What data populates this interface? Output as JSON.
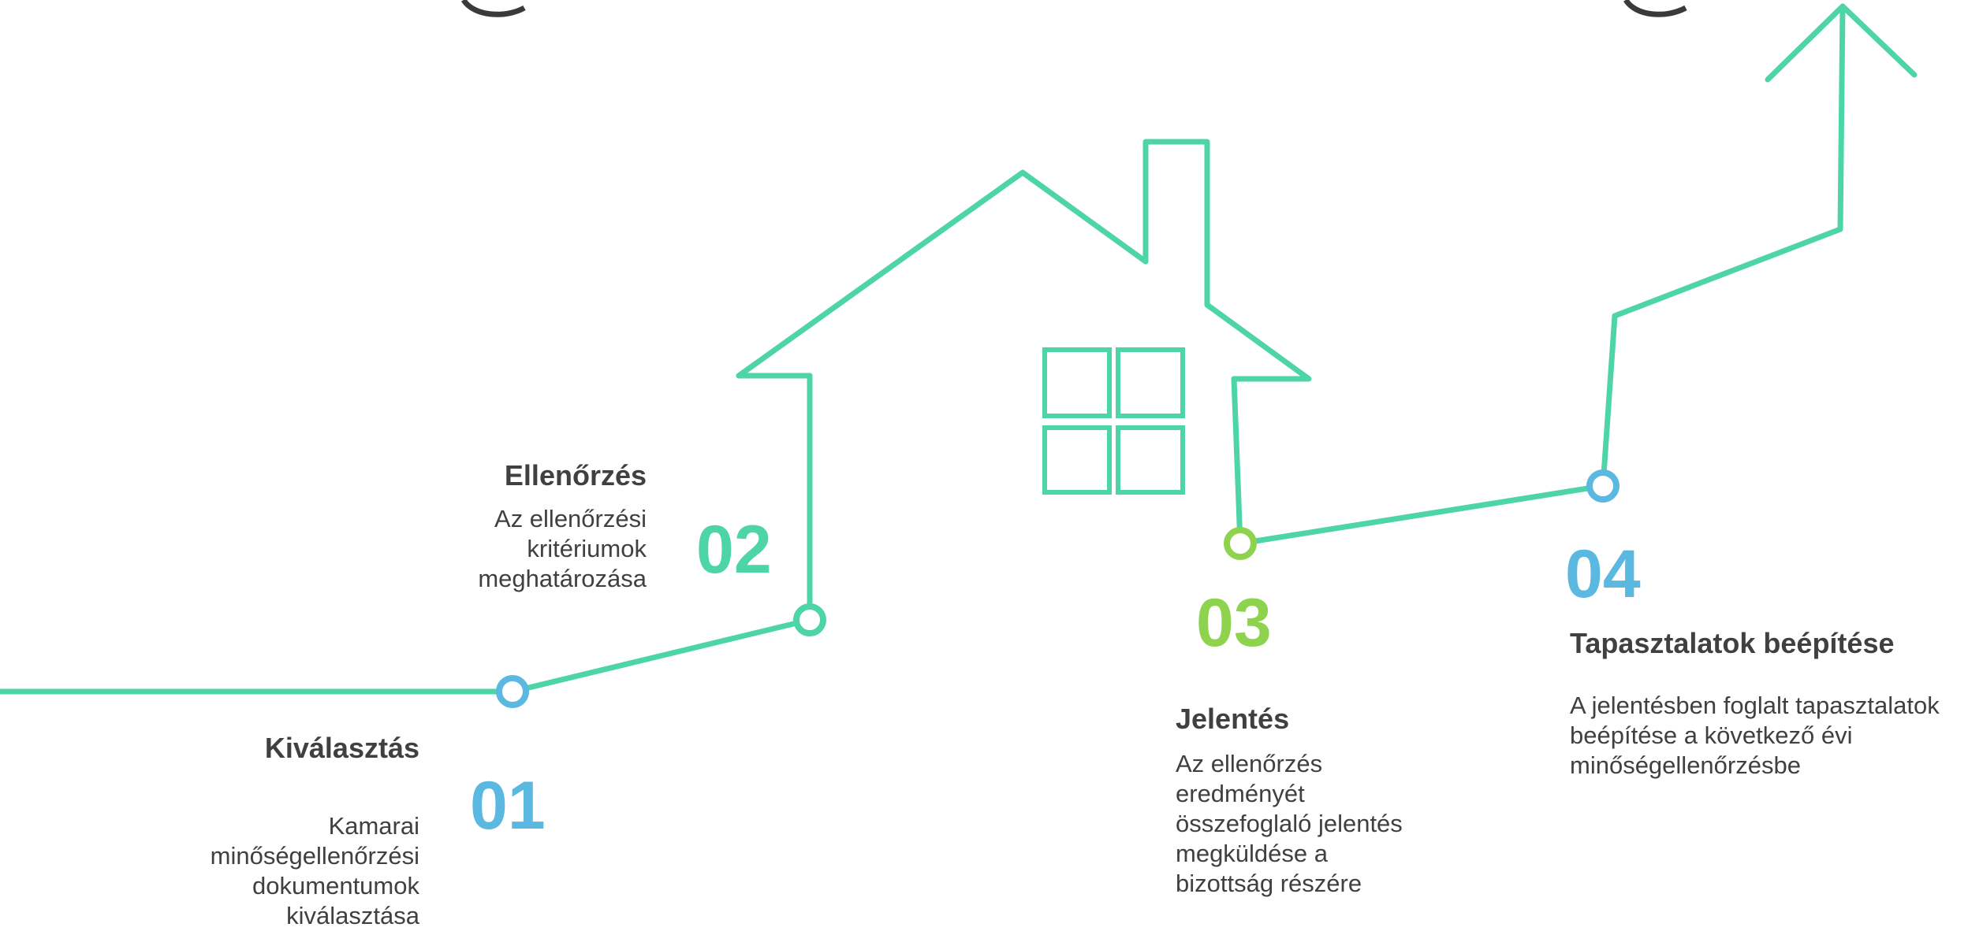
{
  "colors": {
    "line": "#4dd4a8",
    "marker_blue": "#5bb8e0",
    "marker_lime": "#8dd34e",
    "text_dark": "#404040"
  },
  "steps": [
    {
      "number": "01",
      "title": "Kiválasztás",
      "desc_lines": [
        "Kamarai",
        "minőségellenőrzési",
        "dokumentumok",
        "kiválasztása"
      ],
      "color": "#5bb8e0"
    },
    {
      "number": "02",
      "title": "Ellenőrzés",
      "desc_lines": [
        "Az ellenőrzési",
        "kritériumok",
        "meghatározása"
      ],
      "color": "#4dd4a8"
    },
    {
      "number": "03",
      "title": "Jelentés",
      "desc_lines": [
        "Az ellenőrzés",
        "eredményét",
        "összefoglaló jelentés",
        "megküldése a",
        "bizottság részére"
      ],
      "color": "#8dd34e"
    },
    {
      "number": "04",
      "title": "Tapasztalatok beépítése",
      "desc_lines": [
        "A jelentésben foglalt tapasztalatok",
        "beépítése a következő évi",
        "minőségellenőrzésbe"
      ],
      "color": "#5bb8e0"
    }
  ]
}
